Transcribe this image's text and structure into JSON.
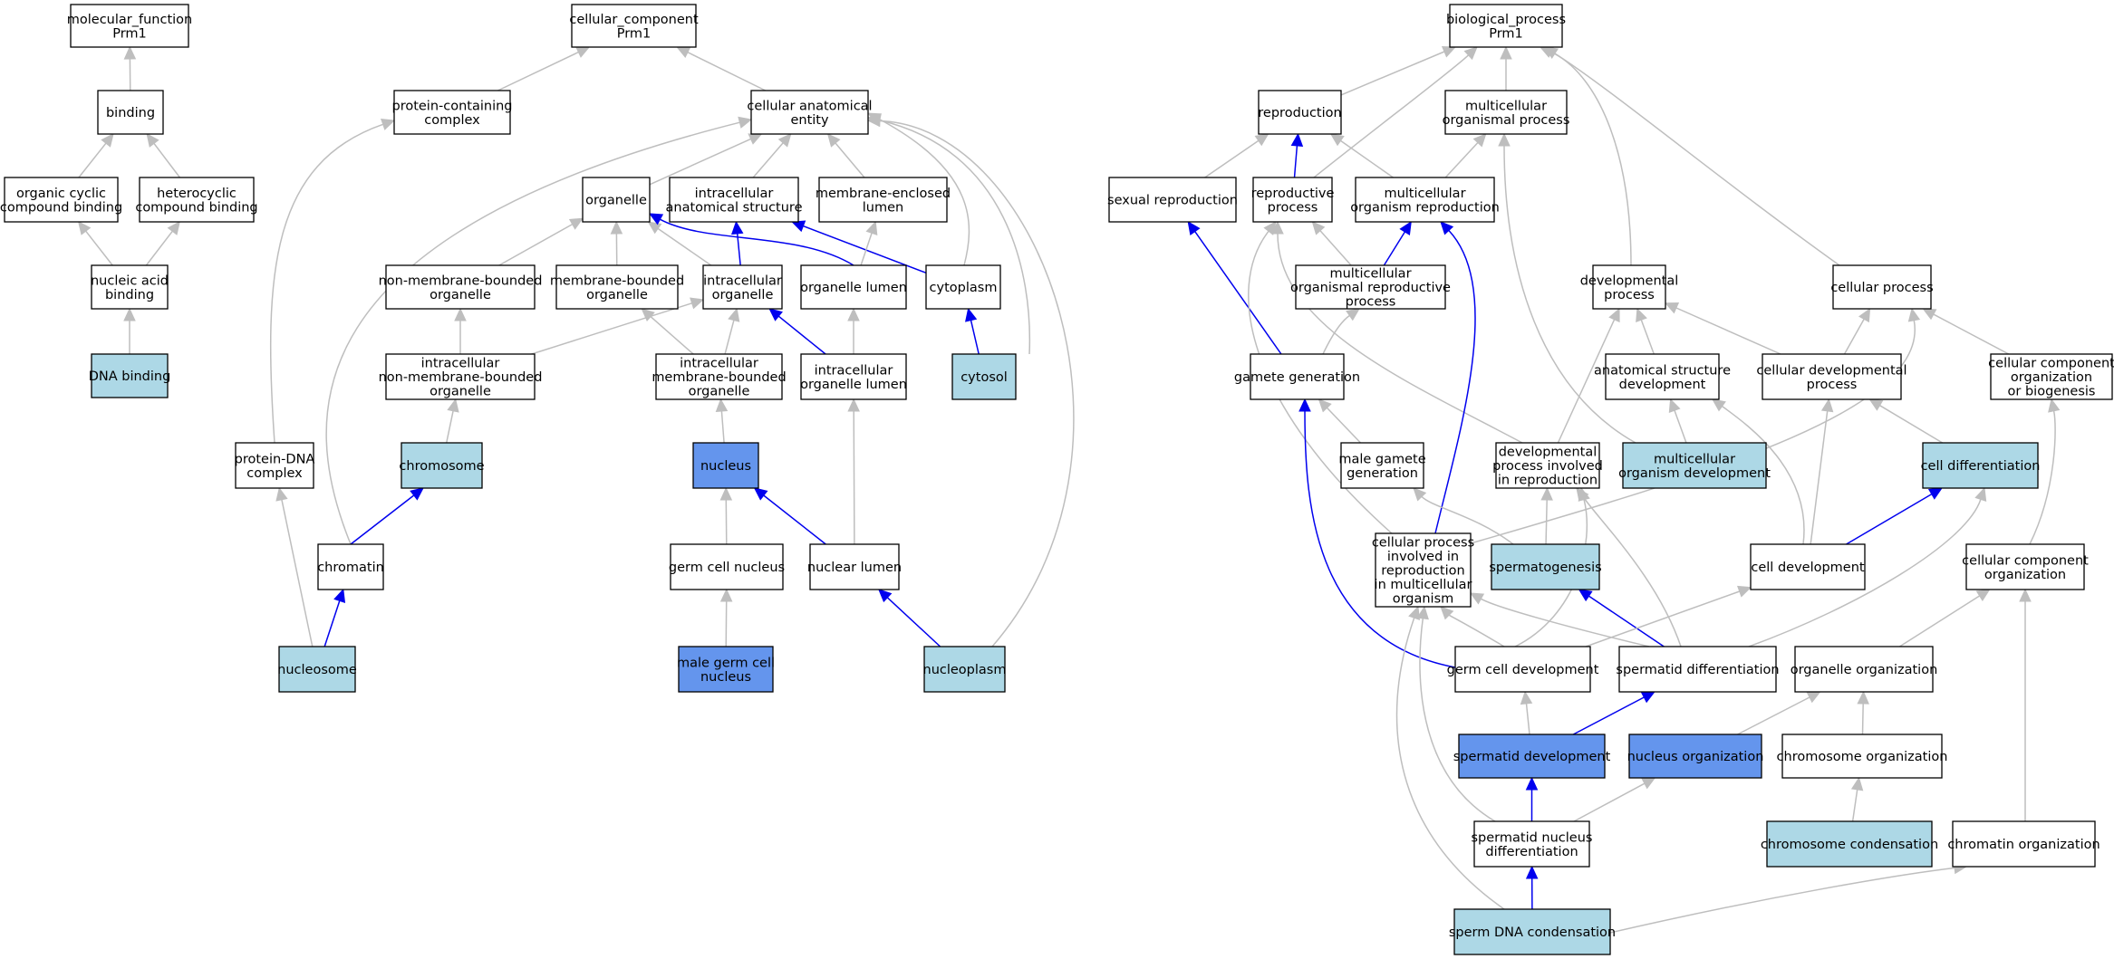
{
  "colors": {
    "white": "#ffffff",
    "light": "#add8e6",
    "strong": "#6495ed",
    "edge_gray": "#bebebe",
    "edge_blue": "#0000ee"
  },
  "nodes": [
    {
      "id": "mf",
      "lines": [
        "molecular_function",
        "Prm1"
      ],
      "fill": "white"
    },
    {
      "id": "binding",
      "lines": [
        "binding"
      ],
      "fill": "white"
    },
    {
      "id": "ocb",
      "lines": [
        "organic cyclic",
        "compound binding"
      ],
      "fill": "white"
    },
    {
      "id": "hcb",
      "lines": [
        "heterocyclic",
        "compound binding"
      ],
      "fill": "white"
    },
    {
      "id": "nab",
      "lines": [
        "nucleic acid",
        "binding"
      ],
      "fill": "white"
    },
    {
      "id": "dnab",
      "lines": [
        "DNA binding"
      ],
      "fill": "light"
    },
    {
      "id": "cc",
      "lines": [
        "cellular_component",
        "Prm1"
      ],
      "fill": "white"
    },
    {
      "id": "pcc",
      "lines": [
        "protein-containing",
        "complex"
      ],
      "fill": "white"
    },
    {
      "id": "cae",
      "lines": [
        "cellular anatomical",
        "entity"
      ],
      "fill": "white"
    },
    {
      "id": "organelle",
      "lines": [
        "organelle"
      ],
      "fill": "white"
    },
    {
      "id": "ias",
      "lines": [
        "intracellular",
        "anatomical structure"
      ],
      "fill": "white"
    },
    {
      "id": "mel",
      "lines": [
        "membrane-enclosed",
        "lumen"
      ],
      "fill": "white"
    },
    {
      "id": "nmbo",
      "lines": [
        "non-membrane-bounded",
        "organelle"
      ],
      "fill": "white"
    },
    {
      "id": "mbo",
      "lines": [
        "membrane-bounded",
        "organelle"
      ],
      "fill": "white"
    },
    {
      "id": "io",
      "lines": [
        "intracellular",
        "organelle"
      ],
      "fill": "white"
    },
    {
      "id": "ol",
      "lines": [
        "organelle lumen"
      ],
      "fill": "white"
    },
    {
      "id": "cytoplasm",
      "lines": [
        "cytoplasm"
      ],
      "fill": "white"
    },
    {
      "id": "inmbo",
      "lines": [
        "intracellular",
        "non-membrane-bounded",
        "organelle"
      ],
      "fill": "white"
    },
    {
      "id": "imbo",
      "lines": [
        "intracellular",
        "membrane-bounded",
        "organelle"
      ],
      "fill": "white"
    },
    {
      "id": "iol",
      "lines": [
        "intracellular",
        "organelle lumen"
      ],
      "fill": "white"
    },
    {
      "id": "cytosol",
      "lines": [
        "cytosol"
      ],
      "fill": "light"
    },
    {
      "id": "pdc",
      "lines": [
        "protein-DNA",
        "complex"
      ],
      "fill": "white"
    },
    {
      "id": "chromosome",
      "lines": [
        "chromosome"
      ],
      "fill": "light"
    },
    {
      "id": "nucleus",
      "lines": [
        "nucleus"
      ],
      "fill": "strong"
    },
    {
      "id": "chromatin",
      "lines": [
        "chromatin"
      ],
      "fill": "white"
    },
    {
      "id": "gcn",
      "lines": [
        "germ cell nucleus"
      ],
      "fill": "white"
    },
    {
      "id": "nl",
      "lines": [
        "nuclear lumen"
      ],
      "fill": "white"
    },
    {
      "id": "nucleosome",
      "lines": [
        "nucleosome"
      ],
      "fill": "light"
    },
    {
      "id": "mgcn",
      "lines": [
        "male germ cell",
        "nucleus"
      ],
      "fill": "strong"
    },
    {
      "id": "nucleoplasm",
      "lines": [
        "nucleoplasm"
      ],
      "fill": "light"
    },
    {
      "id": "bp",
      "lines": [
        "biological_process",
        "Prm1"
      ],
      "fill": "white"
    },
    {
      "id": "reproduction",
      "lines": [
        "reproduction"
      ],
      "fill": "white"
    },
    {
      "id": "mop",
      "lines": [
        "multicellular",
        "organismal process"
      ],
      "fill": "white"
    },
    {
      "id": "sr",
      "lines": [
        "sexual reproduction"
      ],
      "fill": "white"
    },
    {
      "id": "rp",
      "lines": [
        "reproductive",
        "process"
      ],
      "fill": "white"
    },
    {
      "id": "mor",
      "lines": [
        "multicellular",
        "organism reproduction"
      ],
      "fill": "white"
    },
    {
      "id": "morp",
      "lines": [
        "multicellular",
        "organismal reproductive",
        "process"
      ],
      "fill": "white"
    },
    {
      "id": "dp",
      "lines": [
        "developmental",
        "process"
      ],
      "fill": "white"
    },
    {
      "id": "cp",
      "lines": [
        "cellular process"
      ],
      "fill": "white"
    },
    {
      "id": "gg",
      "lines": [
        "gamete generation"
      ],
      "fill": "white"
    },
    {
      "id": "asd",
      "lines": [
        "anatomical structure",
        "development"
      ],
      "fill": "white"
    },
    {
      "id": "cdp",
      "lines": [
        "cellular developmental",
        "process"
      ],
      "fill": "white"
    },
    {
      "id": "ccob",
      "lines": [
        "cellular component",
        "organization",
        "or biogenesis"
      ],
      "fill": "white"
    },
    {
      "id": "mgg",
      "lines": [
        "male gamete",
        "generation"
      ],
      "fill": "white"
    },
    {
      "id": "dpir",
      "lines": [
        "developmental",
        "process involved",
        "in reproduction"
      ],
      "fill": "white"
    },
    {
      "id": "mod",
      "lines": [
        "multicellular",
        "organism development"
      ],
      "fill": "light"
    },
    {
      "id": "cd",
      "lines": [
        "cell differentiation"
      ],
      "fill": "light"
    },
    {
      "id": "cpir",
      "lines": [
        "cellular process",
        "involved in",
        "reproduction",
        "in multicellular",
        "organism"
      ],
      "fill": "white"
    },
    {
      "id": "spermatogenesis",
      "lines": [
        "spermatogenesis"
      ],
      "fill": "light"
    },
    {
      "id": "celldev",
      "lines": [
        "cell development"
      ],
      "fill": "white"
    },
    {
      "id": "cco",
      "lines": [
        "cellular component",
        "organization"
      ],
      "fill": "white"
    },
    {
      "id": "gcd",
      "lines": [
        "germ cell development"
      ],
      "fill": "white"
    },
    {
      "id": "sdiff",
      "lines": [
        "spermatid differentiation"
      ],
      "fill": "white"
    },
    {
      "id": "orgorg",
      "lines": [
        "organelle organization"
      ],
      "fill": "white"
    },
    {
      "id": "sdev",
      "lines": [
        "spermatid development"
      ],
      "fill": "strong"
    },
    {
      "id": "nuco",
      "lines": [
        "nucleus organization"
      ],
      "fill": "strong"
    },
    {
      "id": "chro",
      "lines": [
        "chromosome organization"
      ],
      "fill": "white"
    },
    {
      "id": "snd",
      "lines": [
        "spermatid nucleus",
        "differentiation"
      ],
      "fill": "white"
    },
    {
      "id": "chrc",
      "lines": [
        "chromosome condensation"
      ],
      "fill": "light"
    },
    {
      "id": "chrorg",
      "lines": [
        "chromatin organization"
      ],
      "fill": "white"
    },
    {
      "id": "sdc",
      "lines": [
        "sperm DNA condensation"
      ],
      "fill": "light"
    }
  ],
  "edges": [
    {
      "from": "binding",
      "to": "mf",
      "style": "gray"
    },
    {
      "from": "ocb",
      "to": "binding",
      "style": "gray"
    },
    {
      "from": "hcb",
      "to": "binding",
      "style": "gray"
    },
    {
      "from": "nab",
      "to": "ocb",
      "style": "gray"
    },
    {
      "from": "nab",
      "to": "hcb",
      "style": "gray"
    },
    {
      "from": "dnab",
      "to": "nab",
      "style": "gray"
    },
    {
      "from": "pcc",
      "to": "cc",
      "style": "gray"
    },
    {
      "from": "cae",
      "to": "cc",
      "style": "gray"
    },
    {
      "from": "organelle",
      "to": "cae",
      "style": "gray"
    },
    {
      "from": "ias",
      "to": "cae",
      "style": "gray"
    },
    {
      "from": "mel",
      "to": "cae",
      "style": "gray"
    },
    {
      "from": "cytoplasm",
      "to": "cae",
      "style": "gray"
    },
    {
      "from": "cytosol",
      "to": "cae",
      "style": "gray"
    },
    {
      "from": "chromatin",
      "to": "cae",
      "style": "gray"
    },
    {
      "from": "nucleoplasm",
      "to": "cae",
      "style": "gray"
    },
    {
      "from": "pdc",
      "to": "pcc",
      "style": "gray"
    },
    {
      "from": "nmbo",
      "to": "organelle",
      "style": "gray"
    },
    {
      "from": "mbo",
      "to": "organelle",
      "style": "gray"
    },
    {
      "from": "io",
      "to": "organelle",
      "style": "gray"
    },
    {
      "from": "ol",
      "to": "organelle",
      "style": "blue"
    },
    {
      "from": "io",
      "to": "ias",
      "style": "blue"
    },
    {
      "from": "cytoplasm",
      "to": "ias",
      "style": "blue"
    },
    {
      "from": "ol",
      "to": "mel",
      "style": "gray"
    },
    {
      "from": "cytosol",
      "to": "cytoplasm",
      "style": "blue"
    },
    {
      "from": "inmbo",
      "to": "nmbo",
      "style": "gray"
    },
    {
      "from": "inmbo",
      "to": "io",
      "style": "gray"
    },
    {
      "from": "imbo",
      "to": "mbo",
      "style": "gray"
    },
    {
      "from": "imbo",
      "to": "io",
      "style": "gray"
    },
    {
      "from": "iol",
      "to": "io",
      "style": "blue"
    },
    {
      "from": "iol",
      "to": "ol",
      "style": "gray"
    },
    {
      "from": "chromosome",
      "to": "inmbo",
      "style": "gray"
    },
    {
      "from": "nucleus",
      "to": "imbo",
      "style": "gray"
    },
    {
      "from": "nl",
      "to": "iol",
      "style": "gray"
    },
    {
      "from": "chromatin",
      "to": "chromosome",
      "style": "blue"
    },
    {
      "from": "gcn",
      "to": "nucleus",
      "style": "gray"
    },
    {
      "from": "nl",
      "to": "nucleus",
      "style": "blue"
    },
    {
      "from": "nucleosome",
      "to": "pdc",
      "style": "gray"
    },
    {
      "from": "nucleosome",
      "to": "chromatin",
      "style": "blue"
    },
    {
      "from": "mgcn",
      "to": "gcn",
      "style": "gray"
    },
    {
      "from": "nucleoplasm",
      "to": "nl",
      "style": "blue"
    },
    {
      "from": "reproduction",
      "to": "bp",
      "style": "gray"
    },
    {
      "from": "mop",
      "to": "bp",
      "style": "gray"
    },
    {
      "from": "rp",
      "to": "bp",
      "style": "gray"
    },
    {
      "from": "dp",
      "to": "bp",
      "style": "gray"
    },
    {
      "from": "cp",
      "to": "bp",
      "style": "gray"
    },
    {
      "from": "sr",
      "to": "reproduction",
      "style": "gray"
    },
    {
      "from": "rp",
      "to": "reproduction",
      "style": "blue"
    },
    {
      "from": "mor",
      "to": "reproduction",
      "style": "gray"
    },
    {
      "from": "mor",
      "to": "mop",
      "style": "gray"
    },
    {
      "from": "mod",
      "to": "mop",
      "style": "gray"
    },
    {
      "from": "gg",
      "to": "sr",
      "style": "blue"
    },
    {
      "from": "morp",
      "to": "rp",
      "style": "gray"
    },
    {
      "from": "dpir",
      "to": "rp",
      "style": "gray"
    },
    {
      "from": "cpir",
      "to": "rp",
      "style": "gray"
    },
    {
      "from": "morp",
      "to": "mor",
      "style": "blue"
    },
    {
      "from": "cpir",
      "to": "mor",
      "style": "blue"
    },
    {
      "from": "gg",
      "to": "morp",
      "style": "gray"
    },
    {
      "from": "asd",
      "to": "dp",
      "style": "gray"
    },
    {
      "from": "cdp",
      "to": "dp",
      "style": "gray"
    },
    {
      "from": "dpir",
      "to": "dp",
      "style": "gray"
    },
    {
      "from": "cdp",
      "to": "cp",
      "style": "gray"
    },
    {
      "from": "ccob",
      "to": "cp",
      "style": "gray"
    },
    {
      "from": "cpir",
      "to": "cp",
      "style": "gray"
    },
    {
      "from": "mgg",
      "to": "gg",
      "style": "gray"
    },
    {
      "from": "gcd",
      "to": "gg",
      "style": "blue"
    },
    {
      "from": "mod",
      "to": "asd",
      "style": "gray"
    },
    {
      "from": "celldev",
      "to": "asd",
      "style": "gray"
    },
    {
      "from": "cd",
      "to": "cdp",
      "style": "gray"
    },
    {
      "from": "celldev",
      "to": "cdp",
      "style": "gray"
    },
    {
      "from": "cco",
      "to": "ccob",
      "style": "gray"
    },
    {
      "from": "spermatogenesis",
      "to": "mgg",
      "style": "gray"
    },
    {
      "from": "spermatogenesis",
      "to": "dpir",
      "style": "gray"
    },
    {
      "from": "gcd",
      "to": "dpir",
      "style": "gray"
    },
    {
      "from": "sdiff",
      "to": "dpir",
      "style": "gray"
    },
    {
      "from": "celldev",
      "to": "cd",
      "style": "blue"
    },
    {
      "from": "sdiff",
      "to": "cd",
      "style": "gray"
    },
    {
      "from": "gcd",
      "to": "cpir",
      "style": "gray"
    },
    {
      "from": "sdiff",
      "to": "cpir",
      "style": "gray"
    },
    {
      "from": "snd",
      "to": "cpir",
      "style": "gray"
    },
    {
      "from": "sdc",
      "to": "cpir",
      "style": "gray"
    },
    {
      "from": "sdiff",
      "to": "spermatogenesis",
      "style": "blue"
    },
    {
      "from": "gcd",
      "to": "celldev",
      "style": "gray"
    },
    {
      "from": "orgorg",
      "to": "cco",
      "style": "gray"
    },
    {
      "from": "chrorg",
      "to": "cco",
      "style": "gray"
    },
    {
      "from": "sdev",
      "to": "gcd",
      "style": "gray"
    },
    {
      "from": "sdev",
      "to": "sdiff",
      "style": "blue"
    },
    {
      "from": "nuco",
      "to": "orgorg",
      "style": "gray"
    },
    {
      "from": "chro",
      "to": "orgorg",
      "style": "gray"
    },
    {
      "from": "snd",
      "to": "sdev",
      "style": "blue"
    },
    {
      "from": "snd",
      "to": "nuco",
      "style": "gray"
    },
    {
      "from": "chrc",
      "to": "chro",
      "style": "gray"
    },
    {
      "from": "sdc",
      "to": "snd",
      "style": "blue"
    },
    {
      "from": "sdc",
      "to": "chrorg",
      "style": "gray"
    }
  ]
}
